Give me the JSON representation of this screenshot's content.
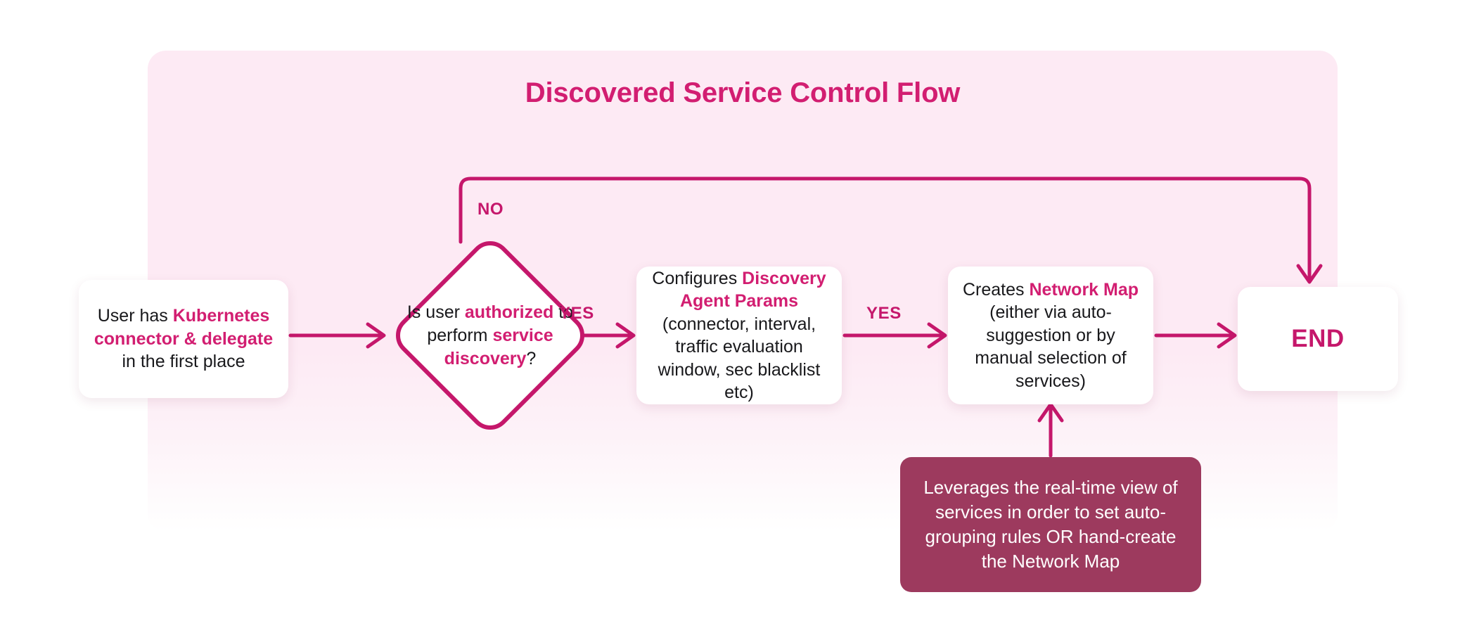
{
  "diagram": {
    "title": "Discovered Service Control Flow",
    "colors": {
      "accent": "#d21e71",
      "accent_dark": "#c5176b",
      "panel_bg": "#fdeaf4",
      "note_bg": "#9d3a5e",
      "node_bg": "#ffffff",
      "text": "#18181b",
      "note_text": "#ffffff"
    },
    "nodes": {
      "start": {
        "type": "process",
        "parts": [
          {
            "text": "User has ",
            "emphasis": false
          },
          {
            "text": "Kubernetes connector & delegate",
            "emphasis": true
          },
          {
            "text": " in the first place",
            "emphasis": false
          }
        ],
        "plain": "User has Kubernetes connector & delegate in the first place"
      },
      "decision": {
        "type": "decision",
        "parts": [
          {
            "text": "Is user ",
            "emphasis": false
          },
          {
            "text": "authorized",
            "emphasis": true
          },
          {
            "text": " to perform ",
            "emphasis": false
          },
          {
            "text": "service discovery",
            "emphasis": true
          },
          {
            "text": "?",
            "emphasis": false
          }
        ],
        "plain": "Is user authorized to perform service discovery?"
      },
      "params": {
        "type": "process",
        "parts": [
          {
            "text": "Configures ",
            "emphasis": false
          },
          {
            "text": "Discovery Agent Params",
            "emphasis": true
          },
          {
            "text": " (connector, interval, traffic evaluation window, sec blacklist etc)",
            "emphasis": false
          }
        ],
        "plain": "Configures Discovery Agent Params (connector, interval, traffic evaluation window, sec blacklist etc)"
      },
      "map": {
        "type": "process",
        "parts": [
          {
            "text": "Creates ",
            "emphasis": false
          },
          {
            "text": "Network Map",
            "emphasis": true
          },
          {
            "text": " (either via auto-suggestion or by manual selection of services)",
            "emphasis": false
          }
        ],
        "plain": "Creates Network Map (either via auto-suggestion or by manual selection of services)"
      },
      "end": {
        "type": "terminator",
        "label": "END"
      },
      "note": {
        "type": "note",
        "text": "Leverages the real-time view of services in order to set auto-grouping rules OR hand-create the Network Map"
      }
    },
    "edges": [
      {
        "from": "start",
        "to": "decision",
        "label": ""
      },
      {
        "from": "decision",
        "to": "params",
        "label": "YES"
      },
      {
        "from": "params",
        "to": "map",
        "label": "YES"
      },
      {
        "from": "map",
        "to": "end",
        "label": ""
      },
      {
        "from": "decision",
        "to": "end",
        "label": "NO"
      },
      {
        "from": "note",
        "to": "map",
        "label": ""
      }
    ],
    "edge_labels": {
      "no": "NO",
      "yes_first": "YES",
      "yes_second": "YES"
    }
  }
}
